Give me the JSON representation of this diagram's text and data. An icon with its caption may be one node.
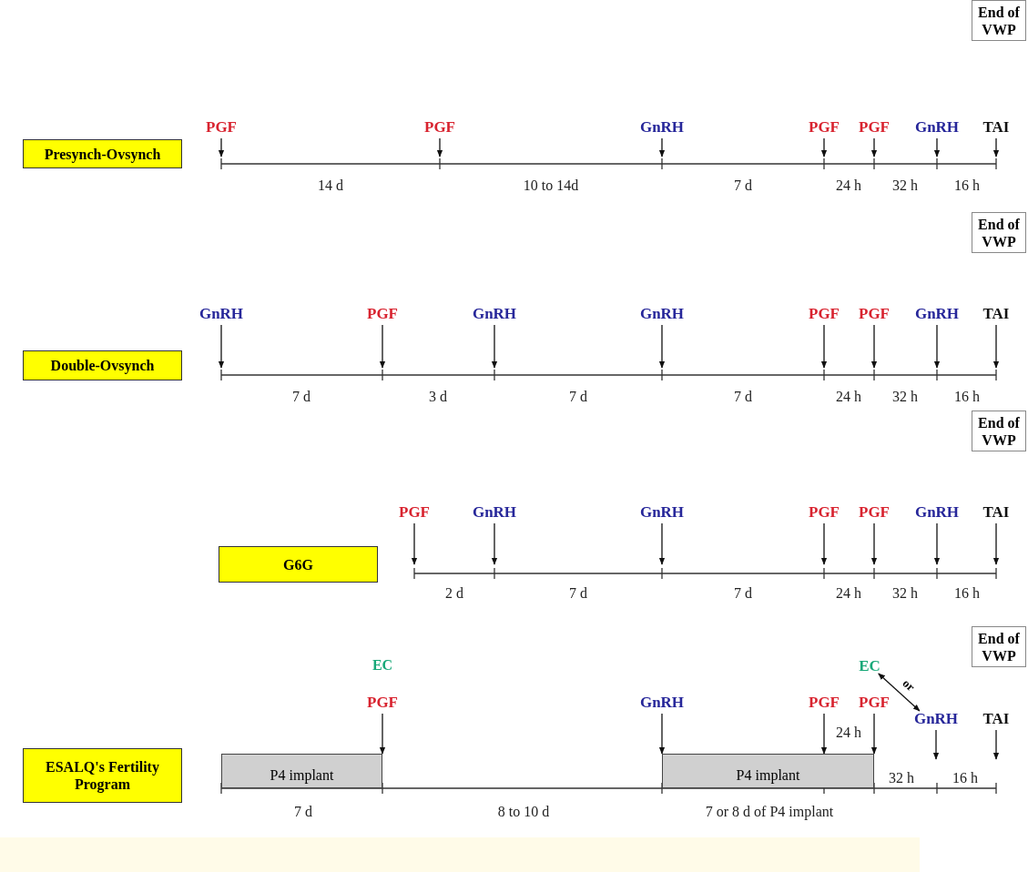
{
  "diagram": {
    "nodes": [
      {
        "text": [
          "End of VWP"
        ]
      },
      {
        "text": [
          "PGF"
        ]
      },
      {
        "text": [
          "PGF"
        ]
      },
      {
        "text": [
          "GnRH"
        ]
      },
      {
        "text": [
          "PGF"
        ]
      },
      {
        "text": [
          "PGF"
        ]
      },
      {
        "text": [
          "GnRH"
        ]
      },
      {
        "text": [
          "TAI"
        ]
      },
      {
        "text": [
          "Presynch-Ovsynch"
        ]
      },
      {
        "text": [
          "End of VWP"
        ]
      },
      {
        "text": [
          "GnRH"
        ]
      },
      {
        "text": [
          "PGF"
        ]
      },
      {
        "text": [
          "GnRH"
        ]
      },
      {
        "text": [
          "GnRH"
        ]
      },
      {
        "text": [
          "PGF"
        ]
      },
      {
        "text": [
          "PGF"
        ]
      },
      {
        "text": [
          "GnRH"
        ]
      },
      {
        "text": [
          "TAI"
        ]
      },
      {
        "text": [
          "Double-Ovsynch"
        ]
      },
      {
        "text": [
          "End of VWP"
        ]
      },
      {
        "text": [
          "PGF"
        ]
      },
      {
        "text": [
          "GnRH"
        ]
      },
      {
        "text": [
          "GnRH"
        ]
      },
      {
        "text": [
          "PGF"
        ]
      },
      {
        "text": [
          "PGF"
        ]
      },
      {
        "text": [
          "GnRH"
        ]
      },
      {
        "text": [
          "TAI"
        ]
      },
      {
        "text": [
          "G6G"
        ]
      },
      {
        "text": [
          "End of VWP"
        ]
      },
      {
        "text": [
          "EC"
        ]
      },
      {
        "text": [
          "PGF"
        ]
      },
      {
        "text": [
          "GnRH"
        ]
      },
      {
        "text": [
          "PGF"
        ]
      },
      {
        "text": [
          "PGF"
        ]
      },
      {
        "text": [
          "GnRH"
        ]
      },
      {
        "text": [
          "TAI"
        ]
      },
      {
        "text": [
          "ESALQ's Fertility Program"
        ]
      },
      {
        "text": [
          "P4 implant"
        ]
      },
      {
        "text": [
          "P4 implant"
        ]
      }
    ],
    "edges": [
      {
        "from": 1,
        "to": null,
        "arrow": "to"
      },
      {
        "from": 2,
        "to": null,
        "arrow": "to"
      },
      {
        "from": 3,
        "to": null,
        "arrow": "to"
      },
      {
        "from": 4,
        "to": null,
        "arrow": "to"
      },
      {
        "from": 5,
        "to": null,
        "arrow": "to"
      },
      {
        "from": 6,
        "to": null,
        "arrow": "to"
      },
      {
        "from": 7,
        "to": null,
        "arrow": "to"
      },
      {
        "from": 10,
        "to": null,
        "arrow": "to"
      },
      {
        "from": 11,
        "to": null,
        "arrow": "to"
      },
      {
        "from": 12,
        "to": null,
        "arrow": "to"
      },
      {
        "from": 13,
        "to": null,
        "arrow": "to"
      },
      {
        "from": 14,
        "to": null,
        "arrow": "to"
      },
      {
        "from": 15,
        "to": null,
        "arrow": "to"
      },
      {
        "from": 16,
        "to": null,
        "arrow": "to"
      },
      {
        "from": 17,
        "to": null,
        "arrow": "to"
      },
      {
        "from": 20,
        "to": null,
        "arrow": "to"
      },
      {
        "from": 21,
        "to": null,
        "arrow": "to"
      },
      {
        "from": 22,
        "to": null,
        "arrow": "to"
      },
      {
        "from": 23,
        "to": null,
        "arrow": "to"
      },
      {
        "from": 24,
        "to": null,
        "arrow": "to"
      },
      {
        "from": 25,
        "to": null,
        "arrow": "to"
      },
      {
        "from": 26,
        "to": null,
        "arrow": "to"
      },
      {
        "from": 30,
        "to": 37,
        "arrow": "to"
      },
      {
        "from": 31,
        "to": 38,
        "arrow": "to"
      },
      {
        "from": 32,
        "to": 38,
        "arrow": "to"
      },
      {
        "from": 33,
        "to": 38,
        "arrow": "to"
      },
      {
        "from": 29,
        "to": 34,
        "arrow": "both",
        "label": "or"
      },
      {
        "from": 34,
        "to": null,
        "arrow": "to"
      },
      {
        "from": 35,
        "to": null,
        "arrow": "to"
      }
    ],
    "labels": [
      "14 d",
      "10 to 14d",
      "7 d",
      "24 h",
      "32 h",
      "16 h",
      "7 d",
      "3 d",
      "7 d",
      "7 d",
      "24 h",
      "32 h",
      "16 h",
      "2 d",
      "7 d",
      "7 d",
      "24 h",
      "32 h",
      "16 h",
      "EC",
      "24 h",
      "32 h",
      "16 h",
      "7 d",
      "8 to 10 d",
      "7 or 8 d of P4 implant"
    ]
  }
}
